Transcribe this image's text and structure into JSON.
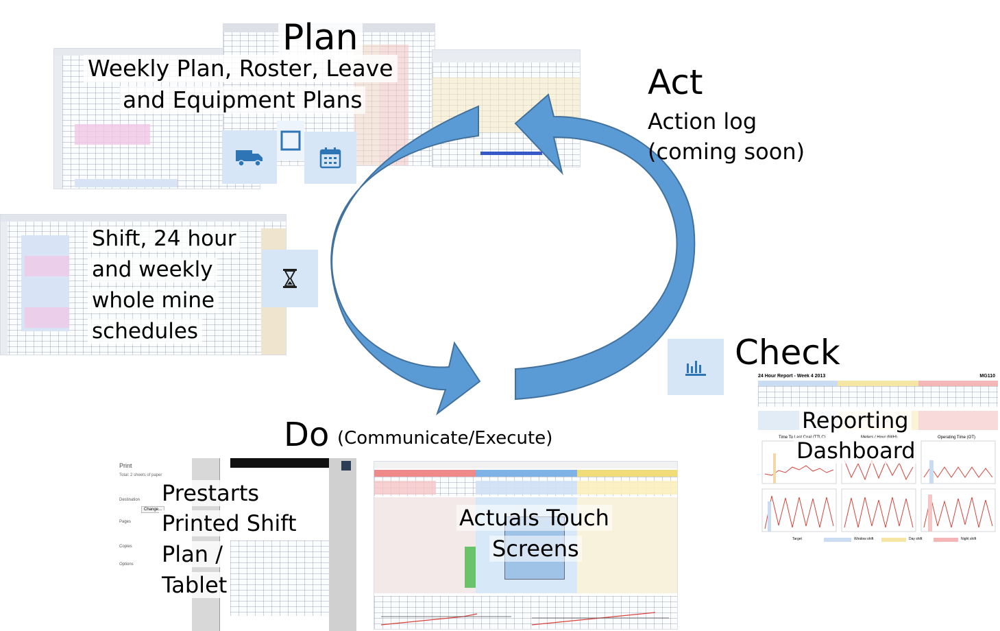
{
  "phases": {
    "plan": {
      "title": "Plan",
      "subtitle_line1": "Weekly Plan, Roster, Leave",
      "subtitle_line2": "and Equipment Plans"
    },
    "act": {
      "title": "Act",
      "subtitle_line1": "Action log",
      "subtitle_line2": "(coming soon)"
    },
    "check": {
      "title": "Check",
      "subtitle_line1": "Reporting",
      "subtitle_line2": "Dashboard"
    },
    "do": {
      "title": "Do",
      "subtitle": "(Communicate/Execute)"
    }
  },
  "shift_schedule": {
    "line1": "Shift, 24 hour",
    "line2": "and weekly",
    "line3": "whole mine",
    "line4": "schedules"
  },
  "prestarts": {
    "line1": "Prestarts",
    "line2": "Printed Shift",
    "line3": "Plan /",
    "line4": "Tablet",
    "print_title": "Print",
    "print_total": "Total: 2 sheets of paper",
    "print_destination": "Destination",
    "print_pages": "Pages",
    "print_copies": "Copies",
    "print_options": "Options",
    "print_change": "Change..."
  },
  "touch_screens": {
    "line1": "Actuals Touch",
    "line2": "Screens"
  },
  "report": {
    "title": "24 Hour Report - Week 4 2013",
    "code": "MG110",
    "chart1": "Time To Last Coal (TTLC)",
    "chart2": "Meters / Hour (M/H)",
    "chart3": "Operating Time (OT)",
    "legend_target": "Target",
    "legend_window": "Window shift",
    "legend_day": "Day shift",
    "legend_night": "Night shift"
  },
  "icons": {
    "plan_icons": [
      "truck-icon",
      "square-icon",
      "calendar-icon"
    ],
    "schedule_icon": "hourglass-icon",
    "check_icon": "bar-chart-icon"
  },
  "colors": {
    "arrow_fill": "#5b9bd5",
    "arrow_stroke": "#41719c",
    "icon_tile": "#d6e6f7",
    "icon_glyph": "#2e75b6"
  }
}
